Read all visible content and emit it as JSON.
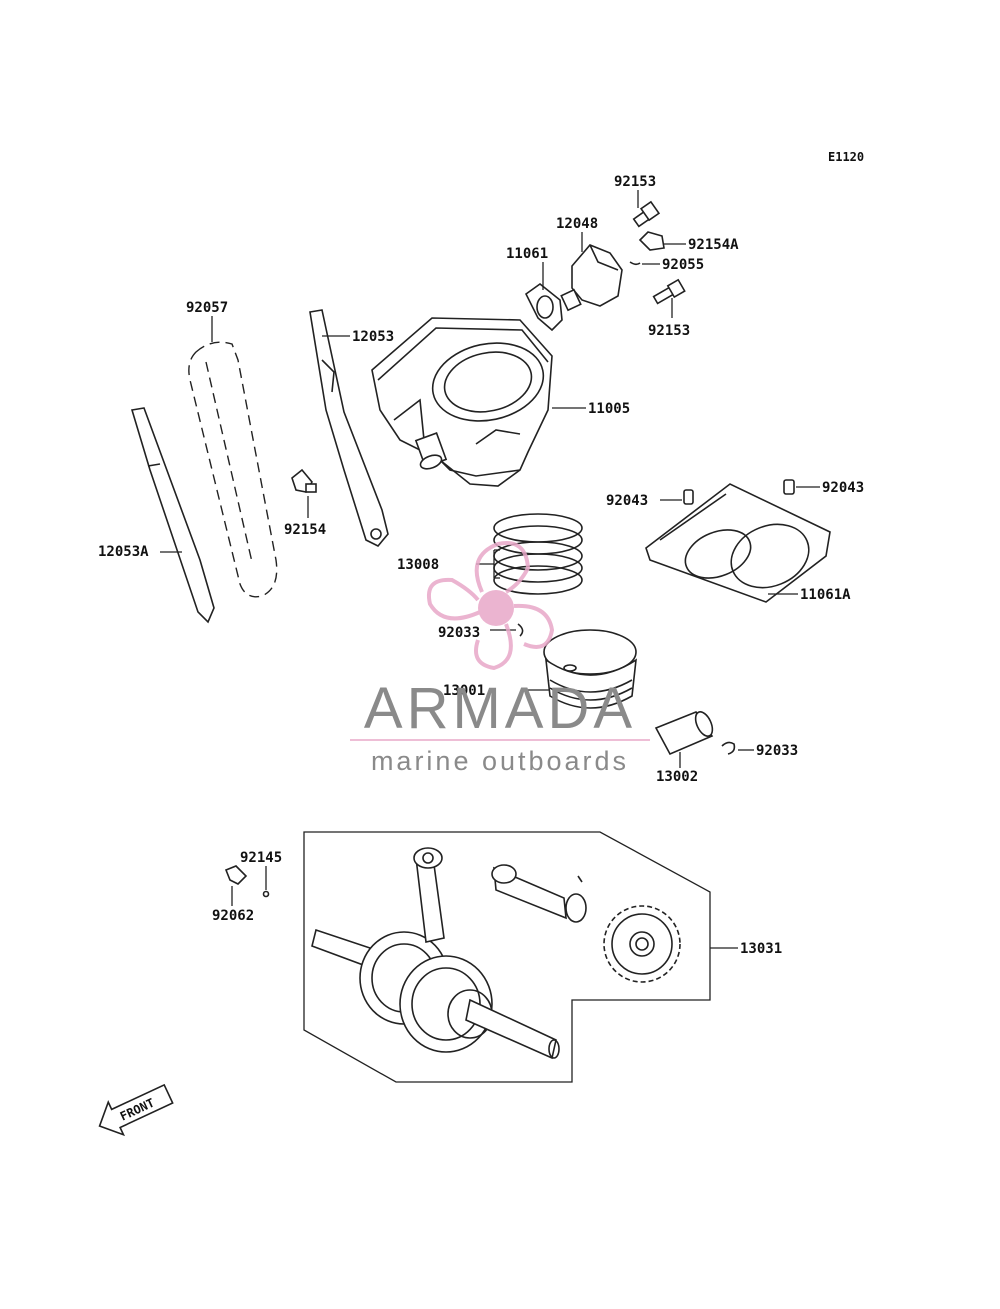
{
  "diagram_code": "E1120",
  "parts": {
    "p92153_top": "92153",
    "p12048": "12048",
    "p92154A": "92154A",
    "p11061": "11061",
    "p92055": "92055",
    "p92153_bot": "92153",
    "p92057": "92057",
    "p12053": "12053",
    "p11005": "11005",
    "p92043_left": "92043",
    "p92043_right": "92043",
    "p92154": "92154",
    "p12053A": "12053A",
    "p13008": "13008",
    "p11061A": "11061A",
    "p92033_top": "92033",
    "p13001": "13001",
    "p92033_bot": "92033",
    "p13002": "13002",
    "p92145": "92145",
    "p92062": "92062",
    "p13031": "13031"
  },
  "front_marker": "FRONT",
  "watermark": {
    "brand": "ARMADA",
    "tagline": "marine outboards",
    "colors": {
      "gray": "#8a8a8a",
      "pink": "#e8a8c8"
    }
  }
}
